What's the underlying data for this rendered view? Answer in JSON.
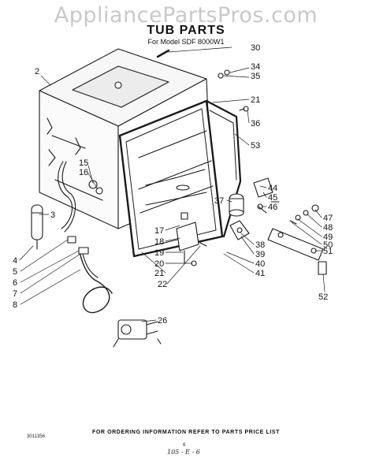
{
  "watermark": "AppliancePartsPros.com",
  "header": {
    "title": "TUB PARTS",
    "subtitle": "For Model SDF 8000W1"
  },
  "callouts": {
    "c2": "2",
    "c3": "3",
    "c4": "4",
    "c5": "5",
    "c6": "6",
    "c7": "7",
    "c8": "8",
    "c15": "15",
    "c16": "16",
    "c17": "17",
    "c18": "18",
    "c19": "19",
    "c20": "20",
    "c21a": "21",
    "c21b": "21",
    "c22": "22",
    "c26": "26",
    "c30": "30",
    "c34": "34",
    "c35": "35",
    "c36": "36",
    "c37": "37",
    "c38": "38",
    "c39": "39",
    "c40": "40",
    "c41": "41",
    "c44": "44",
    "c45": "45",
    "c46": "46",
    "c47": "47",
    "c48": "48",
    "c49": "49",
    "c50": "50",
    "c51": "51",
    "c52": "52",
    "c53": "53"
  },
  "footer": {
    "ordering_note": "FOR ORDERING INFORMATION REFER TO PARTS PRICE LIST",
    "code": "3011356",
    "page": "6",
    "handnote": "105 - E - 6"
  }
}
